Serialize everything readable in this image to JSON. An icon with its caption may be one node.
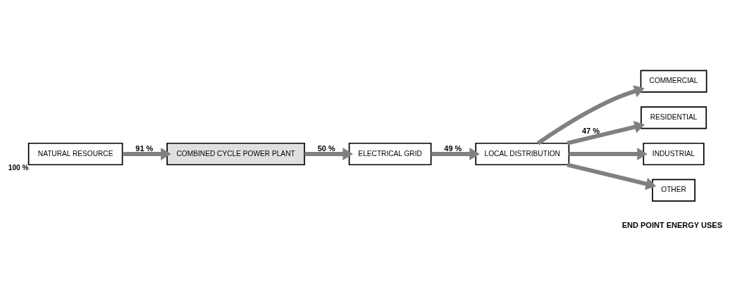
{
  "diagram": {
    "nodes": [
      {
        "text": [
          "NATURAL RESOURCE"
        ],
        "beside": [
          "100 %"
        ]
      },
      {
        "text": [
          "COMBINED CYCLE POWER PLANT"
        ]
      },
      {
        "text": [
          "ELECTRICAL GRID"
        ]
      },
      {
        "text": [
          "LOCAL DISTRIBUTION"
        ]
      },
      {
        "text": [
          "COMMERCIAL"
        ]
      },
      {
        "text": [
          "RESIDENTIAL"
        ]
      },
      {
        "text": [
          "INDUSTRIAL"
        ]
      },
      {
        "text": [
          "OTHER"
        ]
      }
    ],
    "edges": [
      {
        "from": 0,
        "to": 1,
        "arrow": "to",
        "label": "91 %"
      },
      {
        "from": 1,
        "to": 2,
        "arrow": "to",
        "label": "50 %"
      },
      {
        "from": 2,
        "to": 3,
        "arrow": "to",
        "label": "49 %"
      },
      {
        "from": 3,
        "to": 4,
        "arrow": "to"
      },
      {
        "from": 3,
        "to": 5,
        "arrow": "to",
        "label": "47 %"
      },
      {
        "from": 3,
        "to": 6,
        "arrow": "to"
      },
      {
        "from": 3,
        "to": 7,
        "arrow": "to"
      }
    ],
    "labels": [
      "END POINT ENERGY USES"
    ]
  }
}
